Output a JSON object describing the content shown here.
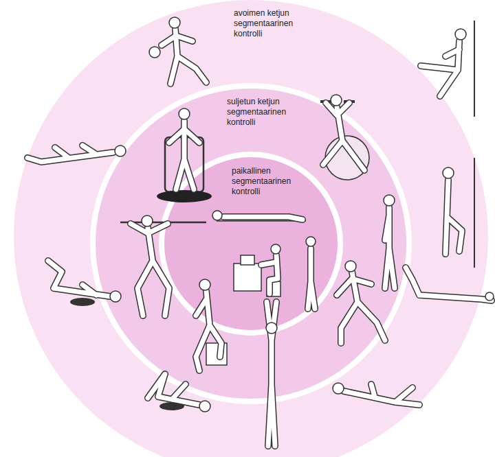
{
  "diagram": {
    "nodes": [
      {
        "text": [
          "avoimen ketjun segmentaarinen kontrolli"
        ]
      },
      {
        "text": [
          "suljetun ketjun segmentaarinen kontrolli"
        ],
        "in": 0
      },
      {
        "text": [
          "paikallinen segmentaarinen kontrolli"
        ],
        "in": 1
      }
    ]
  }
}
